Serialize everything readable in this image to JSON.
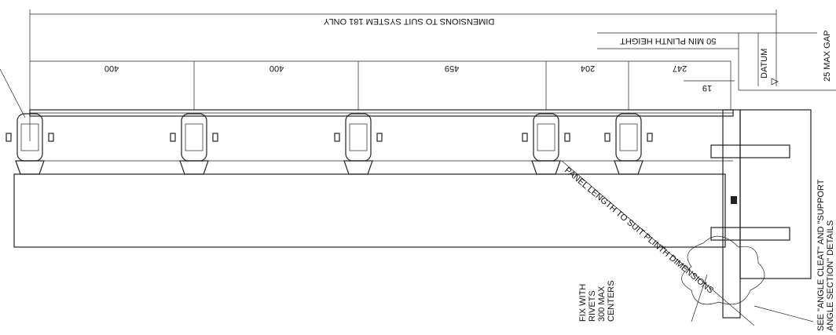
{
  "labels": {
    "overall": "DIMENSIONS TO SUIT SYSTEM 181 ONLY",
    "plinth": "50 MIN PLINTH HEIGHT",
    "datum": "DATUM",
    "gap": "25 MAX GAP",
    "panel_length": "PANEL LENGTH TO SUIT PLINTH DIMENSIONS",
    "rivets_1": "FIX WITH",
    "rivets_2": "RIVETS",
    "rivets_3": "300 MAX",
    "rivets_4": "CENTERS",
    "see_1": "SEE \"ANGLE CLEAT\" AND \"SUPPORT",
    "see_2": "ANGLE SECTION\" DETAILS"
  },
  "dimensions": [
    "400",
    "400",
    "459",
    "204",
    "247",
    "19"
  ]
}
